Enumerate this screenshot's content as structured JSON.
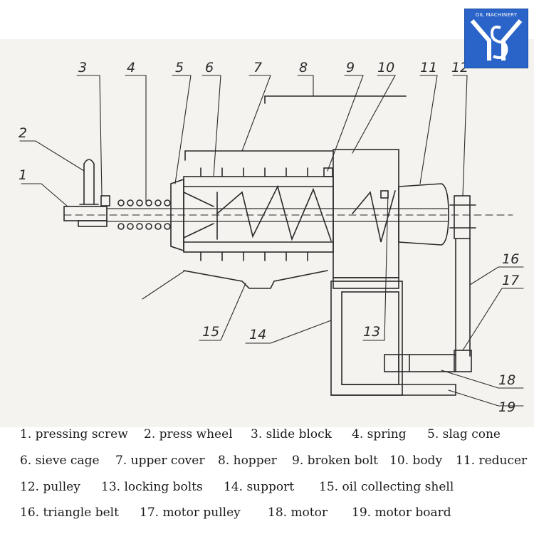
{
  "logo": {
    "text": "OIL MACHINERY",
    "mark": "YS monogram"
  },
  "callouts": [
    "1",
    "2",
    "3",
    "4",
    "5",
    "6",
    "7",
    "8",
    "9",
    "10",
    "11",
    "12",
    "13",
    "14",
    "15",
    "16",
    "17",
    "18",
    "19"
  ],
  "legend": [
    [
      "1. pressing screw",
      "2. press wheel",
      "3. slide block",
      "4. spring",
      "5. slag cone"
    ],
    [
      "6. sieve cage",
      "7. upper cover",
      "8. hopper",
      "9. broken bolt",
      "10. body",
      "11. reducer"
    ],
    [
      "12. pulley",
      "13. locking bolts",
      "14. support",
      "15. oil collecting shell"
    ],
    [
      "16. triangle belt",
      "17. motor pulley",
      "18. motor",
      "19. motor board"
    ]
  ],
  "colors": {
    "logo_bg": "#2a64c8",
    "ink": "#2a2a2a",
    "paper": "#f4f3ef"
  }
}
